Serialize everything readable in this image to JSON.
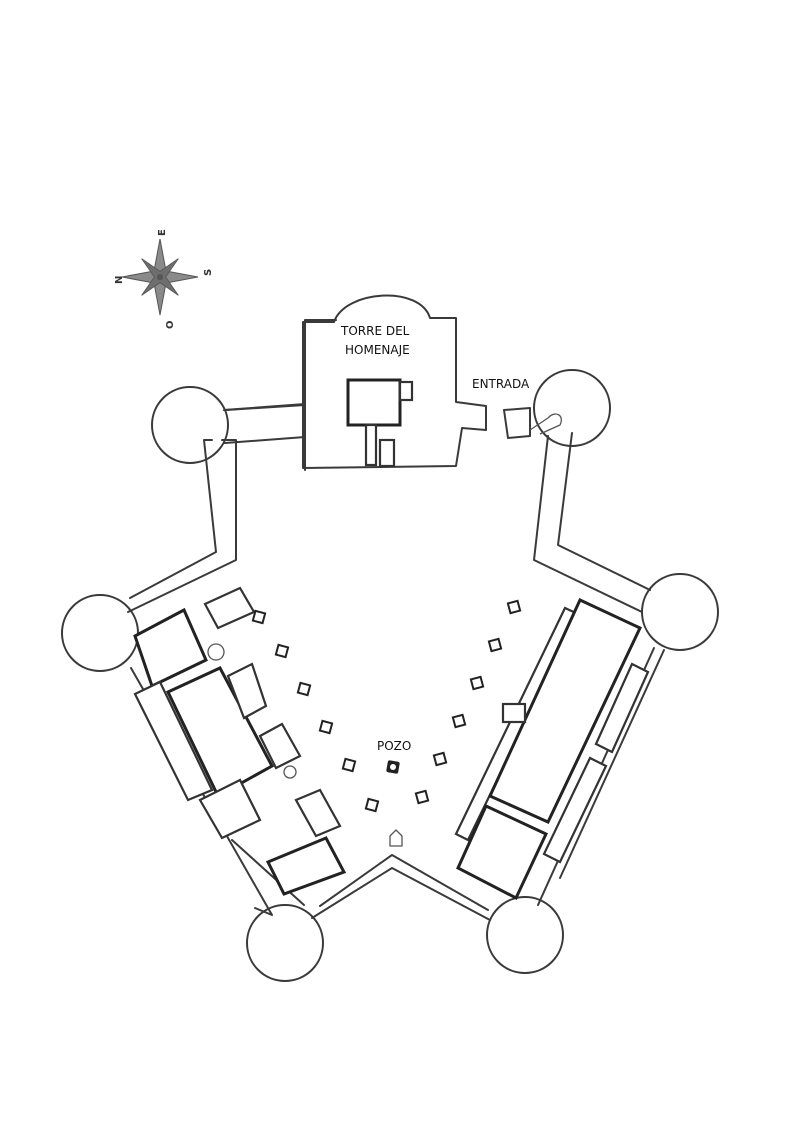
{
  "map": {
    "labels": {
      "keep": [
        "TORRE DEL",
        "HOMENAJE"
      ],
      "entrance": "ENTRADA",
      "well": "POZO"
    },
    "compass": {
      "north": "N",
      "east": "E",
      "south": "S",
      "west": "O"
    },
    "colors": {
      "line": "#3a3a3a",
      "compass_star": "#7a7a7a",
      "background": "#ffffff"
    }
  }
}
